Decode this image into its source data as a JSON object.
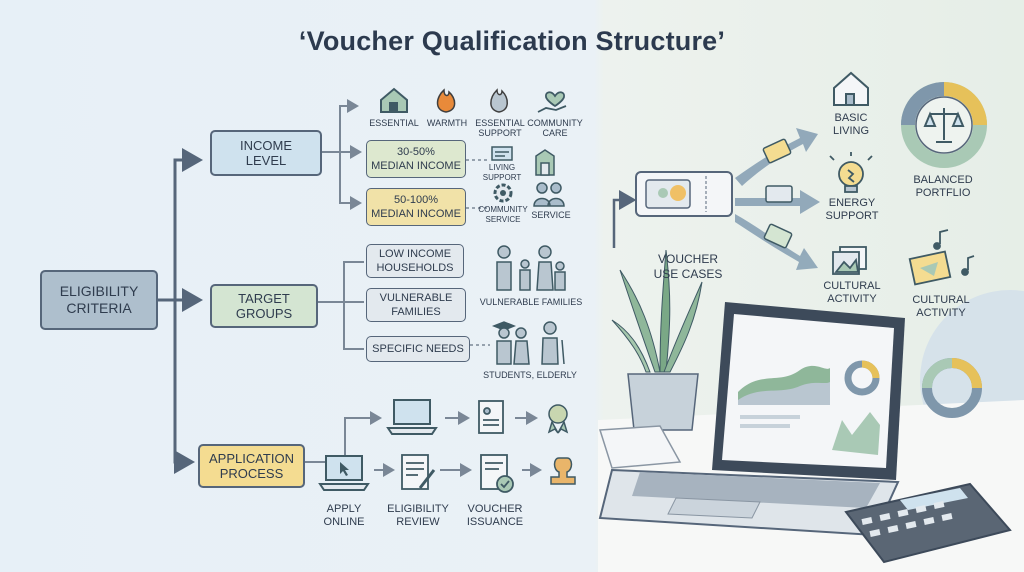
{
  "title": "‘Voucher Qualification Structure’",
  "root": {
    "label": "ELIGIBILITY\nCRITERIA"
  },
  "income": {
    "label": "INCOME\nLEVEL",
    "ranges": [
      "30-50%\nMEDIAN INCOME",
      "50-100%\nMEDIAN INCOME"
    ],
    "icons": [
      "ESSENTIAL",
      "WARMTH",
      "ESSENTIAL\nSUPPORT",
      "COMMUNITY\nCARE",
      "LIVING\nSUPPORT",
      "COMMUNITY\nSERVICE",
      "SERVICE"
    ]
  },
  "groups": {
    "label": "TARGET\nGROUPS",
    "items": [
      "LOW INCOME\nHOUSEHOLDS",
      "VULNERABLE\nFAMILIES",
      "SPECIFIC NEEDS"
    ],
    "icons": [
      "VULNERABLE FAMILIES",
      "STUDENTS, ELDERLY"
    ]
  },
  "process": {
    "label": "APPLICATION\nPROCESS",
    "steps": [
      "APPLY\nONLINE",
      "ELIGIBILITY\nREVIEW",
      "VOUCHER\nISSUANCE"
    ]
  },
  "uses": {
    "label": "VOUCHER\nUSE CASES",
    "items": [
      "BASIC\nLIVING",
      "ENERGY\nSUPPORT",
      "CULTURAL\nACTIVITY"
    ],
    "side": [
      "BALANCED\nPORTFLIO",
      "CULTURAL\nACTIVITY"
    ]
  },
  "colors": {
    "box_blue": "#cfe2ee",
    "box_green": "#d4e5d2",
    "box_yellow": "#f4dc91",
    "box_gray": "#e3e9ee",
    "line": "#56667a"
  },
  "icon_names": [
    "house-icon",
    "flame-icon",
    "hand-heart-icon",
    "fire-support-icon",
    "document-icon",
    "building-icon",
    "gear-icon",
    "people-icon",
    "family-icon",
    "elderly-icon",
    "laptop-icon",
    "stamp-icon",
    "medal-icon",
    "voucher-icon",
    "lightbulb-icon",
    "landscape-icon",
    "scale-icon",
    "music-icon",
    "plant-icon",
    "calculator-icon"
  ]
}
